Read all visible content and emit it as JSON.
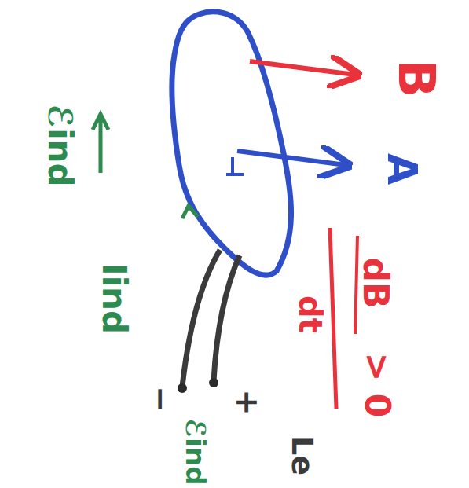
{
  "diagram": {
    "labels": [
      "B",
      "A",
      "dB",
      "dt",
      "> 0",
      "ℰind",
      "Iind",
      "−",
      "+",
      "ℰind",
      "Le"
    ]
  }
}
